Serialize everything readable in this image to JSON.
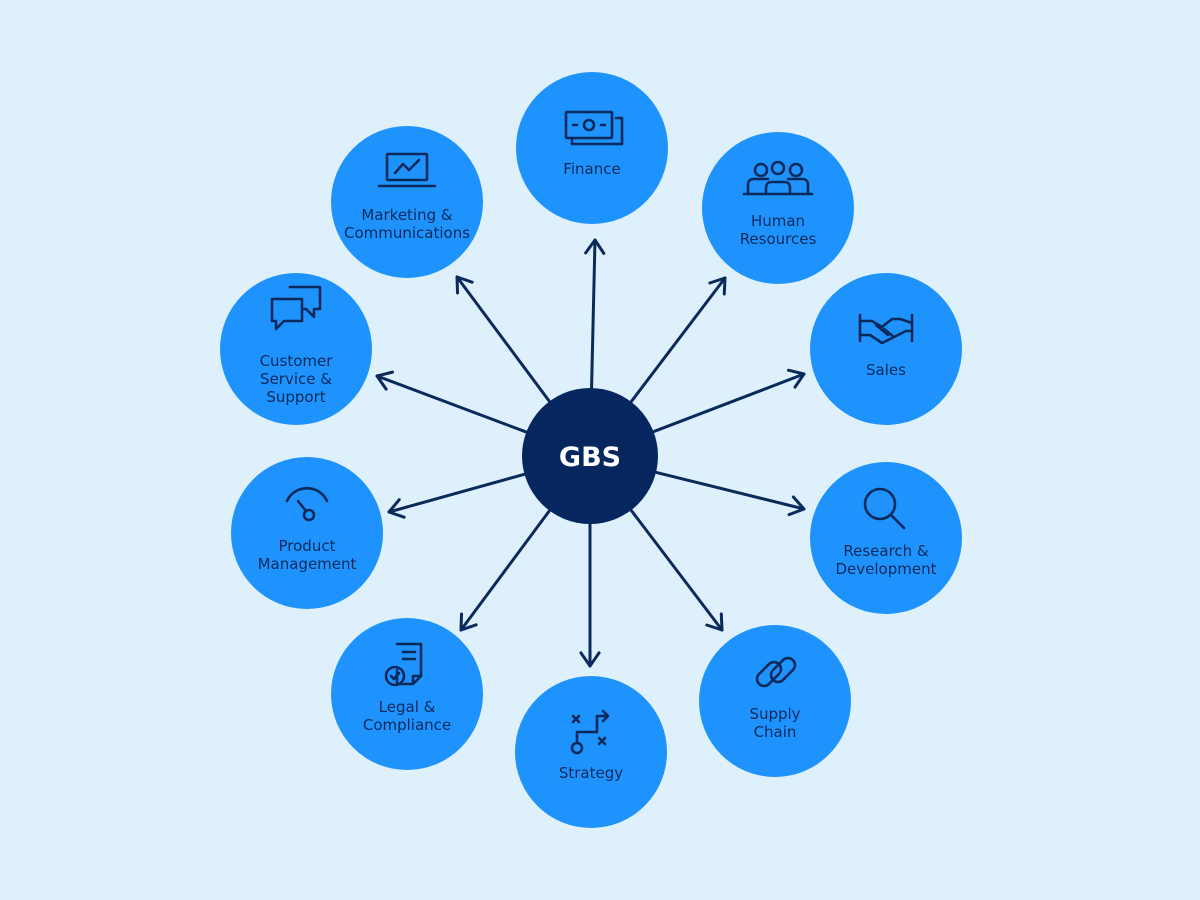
{
  "colors": {
    "background": "#dff0fd",
    "node": "#1f93fd",
    "hub": "#062660",
    "ink": "#0b2a5c"
  },
  "hub": {
    "label": "GBS"
  },
  "nodes": [
    {
      "id": "finance",
      "icon": "money-icon",
      "lines": [
        "Finance"
      ]
    },
    {
      "id": "human-resources",
      "icon": "people-icon",
      "lines": [
        "Human",
        "Resources"
      ]
    },
    {
      "id": "sales",
      "icon": "handshake-icon",
      "lines": [
        "Sales"
      ]
    },
    {
      "id": "research-development",
      "icon": "magnifier-icon",
      "lines": [
        "Research &",
        "Development"
      ]
    },
    {
      "id": "supply-chain",
      "icon": "chain-link-icon",
      "lines": [
        "Supply",
        "Chain"
      ]
    },
    {
      "id": "strategy",
      "icon": "strategy-path-icon",
      "lines": [
        "Strategy"
      ]
    },
    {
      "id": "legal-compliance",
      "icon": "document-check-icon",
      "lines": [
        "Legal &",
        "Compliance"
      ]
    },
    {
      "id": "product-management",
      "icon": "gauge-icon",
      "lines": [
        "Product",
        "Management"
      ]
    },
    {
      "id": "customer-service-support",
      "icon": "chat-bubbles-icon",
      "lines": [
        "Customer",
        "Service &",
        "Support"
      ]
    },
    {
      "id": "marketing-communications",
      "icon": "laptop-chart-icon",
      "lines": [
        "Marketing &",
        "Communications"
      ]
    }
  ]
}
